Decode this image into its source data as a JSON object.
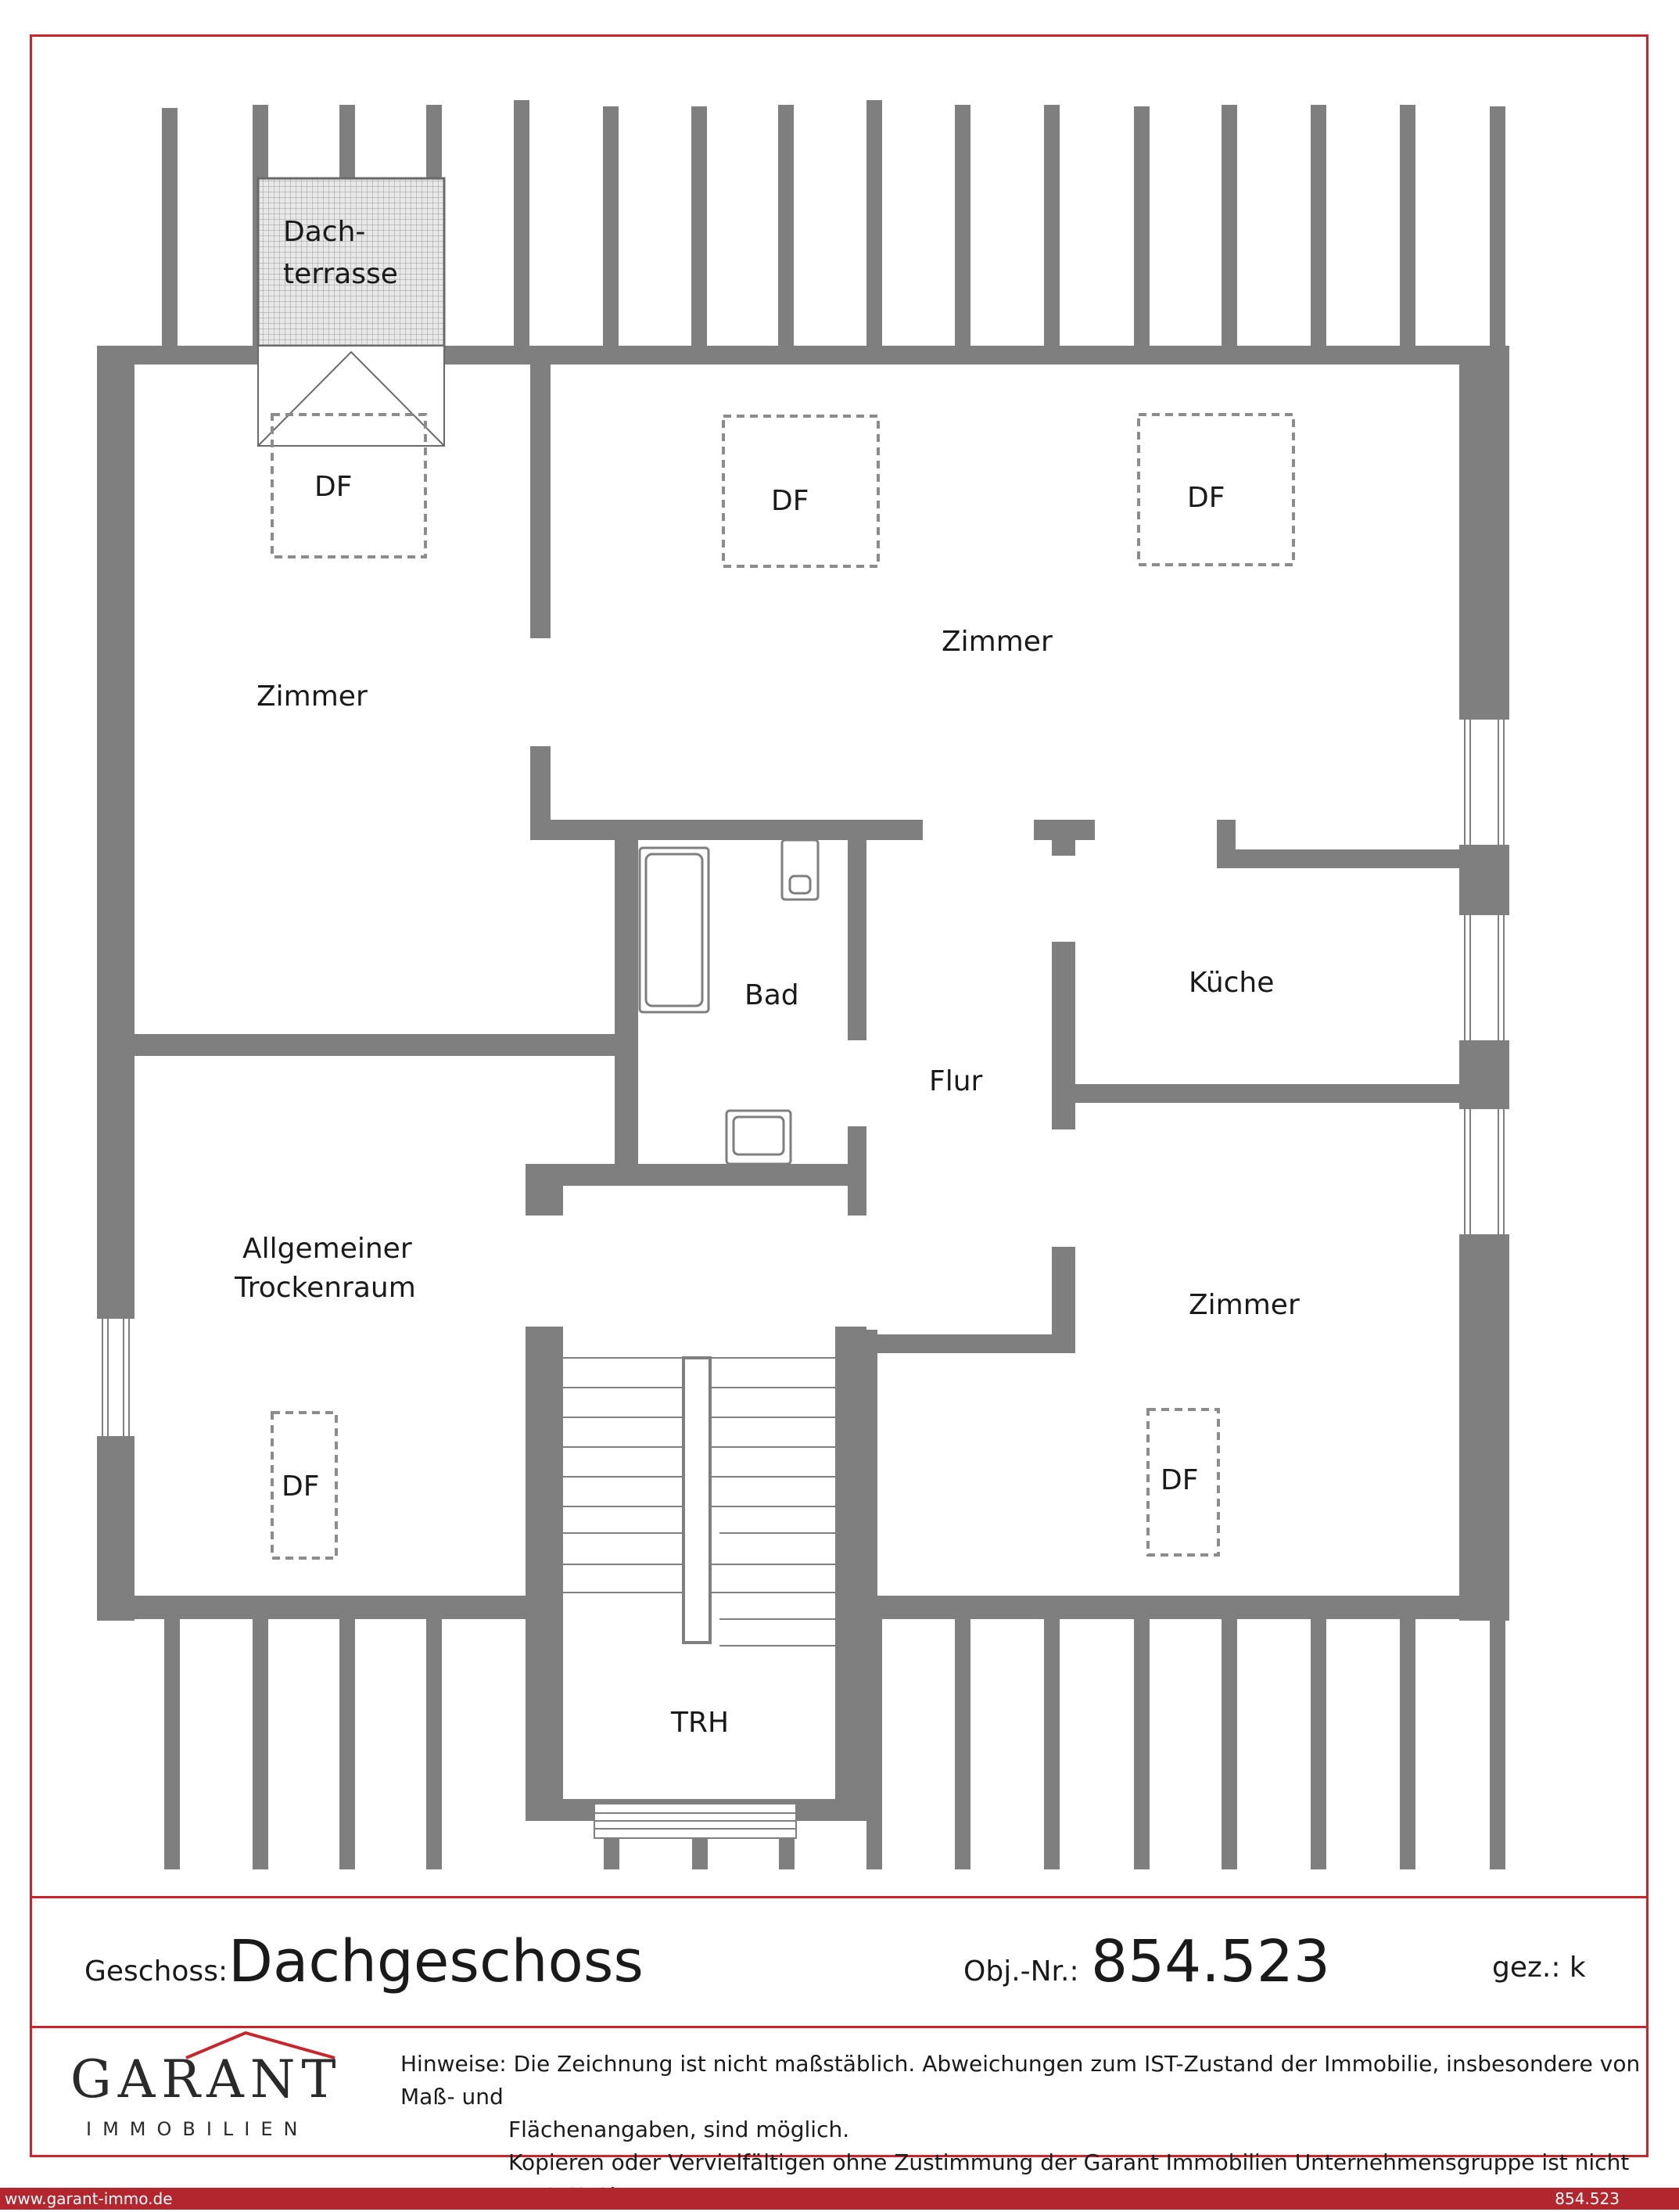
{
  "rooms": {
    "dachterrasse_line1": "Dach-",
    "dachterrasse_line2": "terrasse",
    "zimmer_west": "Zimmer",
    "zimmer_north": "Zimmer",
    "bad": "Bad",
    "kueche": "Küche",
    "flur": "Flur",
    "trockenraum_line1": "Allgemeiner",
    "trockenraum_line2": "Trockenraum",
    "zimmer_south": "Zimmer",
    "trh": "TRH"
  },
  "skylight_label": "DF",
  "footer": {
    "geschoss_label": "Geschoss:",
    "geschoss_value": "Dachgeschoss",
    "obj_label": "Obj.-Nr.:",
    "obj_value": "854.523",
    "gez": "gez.: k"
  },
  "logo": {
    "name": "GARANT",
    "subtitle": "IMMOBILIEN"
  },
  "notes": {
    "prefix": "Hinweise:",
    "line1": "Die Zeichnung ist nicht maßstäblich. Abweichungen zum IST-Zustand der Immobilie, insbesondere von Maß- und",
    "line2": "Flächenangaben, sind möglich.",
    "line3": "Kopieren oder Vervielfältigen ohne Zustimmung der Garant Immobilien Unternehmensgruppe ist nicht gestattet!"
  },
  "bottom_bar": {
    "website": "www.garant-immo.de",
    "ref": "854.523"
  },
  "colors": {
    "wall": "#7f7f7f",
    "frame": "#c8252c",
    "bar": "#b3262d",
    "skylight": "#8c8c8c"
  }
}
